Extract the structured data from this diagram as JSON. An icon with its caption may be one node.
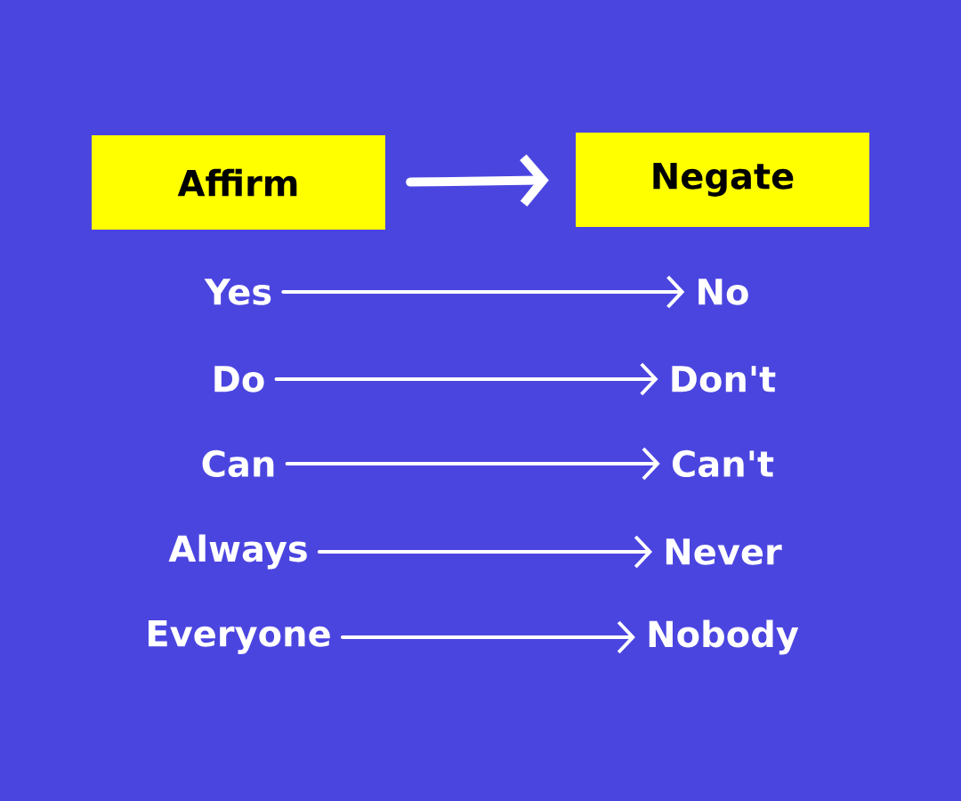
{
  "diagram": {
    "nodes": [
      {
        "text": [
          "Affirm"
        ]
      },
      {
        "text": [
          "Negate"
        ]
      },
      {
        "text": [
          "Yes"
        ]
      },
      {
        "text": [
          "No"
        ]
      },
      {
        "text": [
          "Do"
        ]
      },
      {
        "text": [
          "Don't"
        ]
      },
      {
        "text": [
          "Can"
        ]
      },
      {
        "text": [
          "Can't"
        ]
      },
      {
        "text": [
          "Always"
        ]
      },
      {
        "text": [
          "Never"
        ]
      },
      {
        "text": [
          "Everyone"
        ]
      },
      {
        "text": [
          "Nobody"
        ]
      }
    ],
    "edges": [
      {
        "from": 0,
        "to": 1,
        "arrow": "to",
        "style": "thick"
      },
      {
        "from": 2,
        "to": 3,
        "arrow": "to"
      },
      {
        "from": 4,
        "to": 5,
        "arrow": "to"
      },
      {
        "from": 6,
        "to": 7,
        "arrow": "to"
      },
      {
        "from": 8,
        "to": 9,
        "arrow": "to"
      },
      {
        "from": 10,
        "to": 11,
        "arrow": "to"
      }
    ]
  }
}
